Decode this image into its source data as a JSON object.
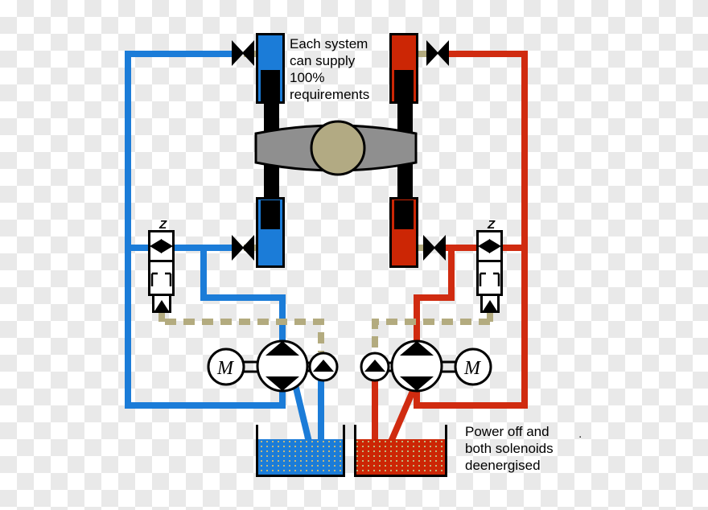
{
  "annotations": {
    "top_note": {
      "lines": [
        "Each system",
        "can supply",
        "100%",
        "requirements"
      ]
    },
    "bottom_note": {
      "lines": [
        "Power off and",
        "both solenoids",
        "deenergised"
      ]
    },
    "stray_dot": "."
  },
  "labels": {
    "left_motor": "M",
    "right_motor": "M",
    "left_solenoid": "Z",
    "right_solenoid": "Z"
  },
  "colors": {
    "system_blue": "#1b7cd8",
    "system_red": "#d02b10",
    "cylinder_red": "#cc2605",
    "linkage_tan": "#b3ab7f",
    "actuator_gray": "#8f8f8f",
    "actuator_hub_tan": "#b2aa83"
  }
}
